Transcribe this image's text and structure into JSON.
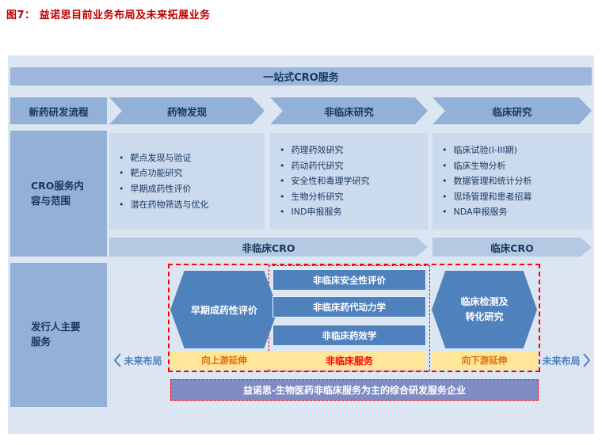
{
  "title": "图7：  益诺思目前业务布局及未来拓展业务",
  "banner": {
    "label": "一站式CRO服务"
  },
  "process_row": {
    "label": "新药研发流程",
    "stages": [
      "药物发现",
      "非临床研究",
      "临床研究"
    ]
  },
  "content_row": {
    "label": "CRO服务内容与范围",
    "columns": [
      {
        "items": [
          "靶点发现与验证",
          "靶点功能研究",
          "早期成药性评价",
          "潜在药物筛选与优化"
        ]
      },
      {
        "items": [
          "药理药效研究",
          "药动药代研究",
          "安全性和毒理学研究",
          "生物分析研究",
          "IND申报服务"
        ]
      },
      {
        "items": [
          "临床试验(I-III期)",
          "临床生物分析",
          "数据管理和统计分析",
          "现场管理和患者招募",
          "NDA申报服务"
        ]
      }
    ]
  },
  "cro_row": {
    "nonclinical": "非临床CRO",
    "clinical": "临床CRO"
  },
  "issuer_row": {
    "label": "发行人主要服务",
    "left_hex": "早期成药性评价",
    "middle_boxes": [
      "非临床安全性评价",
      "非临床药代动力学",
      "非临床药效学"
    ],
    "right_hex": "临床检测及转化研究",
    "future_left": "未来布局",
    "future_right": "未来布局",
    "upstream": "向上游延伸",
    "core": "非临床服务",
    "downstream": "向下游延伸",
    "bottom_banner": "益诺思-生物医药非临床服务为主的综合研发服务企业"
  },
  "colors": {
    "title_red": "#c00000",
    "dark_navy": "#17375e",
    "banner_blue": "#9db7dc",
    "light_box_blue": "#cbdaed",
    "deep_blue": "#4f81bd",
    "yellow": "#ffe699",
    "orange": "#e36c09",
    "red": "#ff0000",
    "bottom_purple": "#7f8cc3"
  }
}
